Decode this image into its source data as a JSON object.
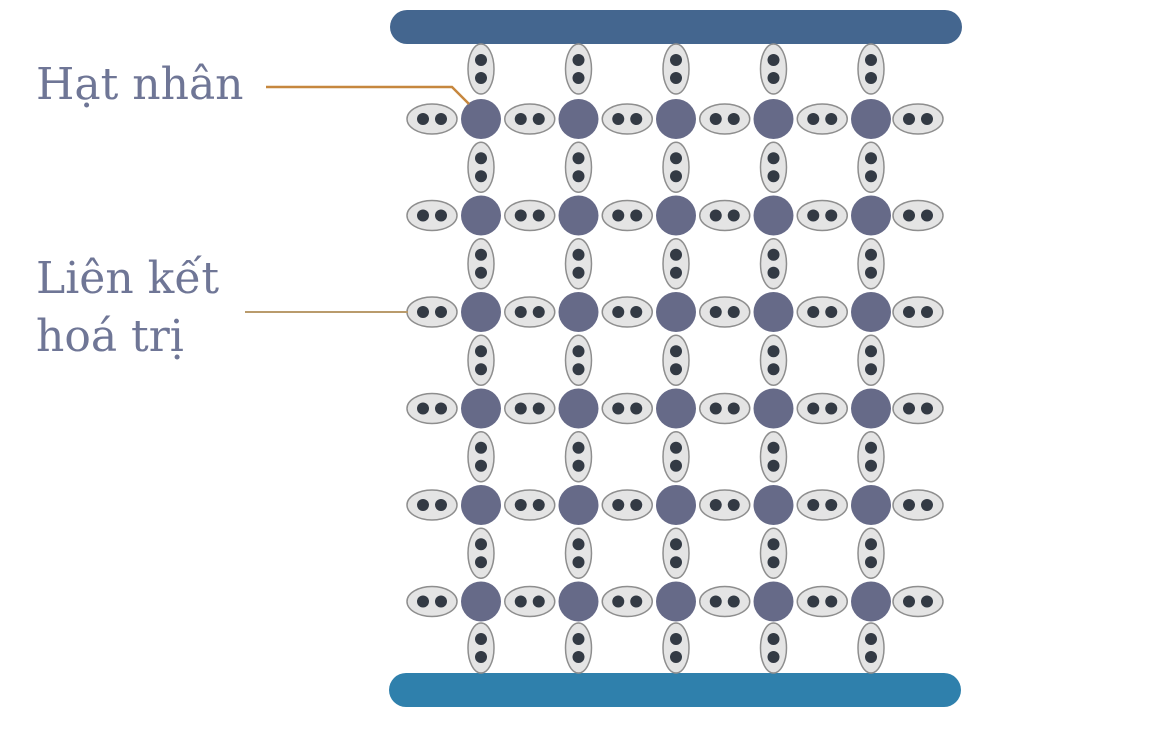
{
  "labels": {
    "nucleus": "Hạt nhân",
    "bond_line1": "Liên kết",
    "bond_line2": "hoá trị"
  },
  "lattice": {
    "rows": 6,
    "columns": 5,
    "electrons_per_bond": 2
  },
  "colors": {
    "top_bar": "#44668f",
    "bottom_bar": "#2f80ac",
    "nucleus": "#666a88",
    "bond_fill": "#e4e4e4",
    "bond_stroke": "#8e8e8e",
    "electron": "#333a44",
    "label_text": "#6f7696",
    "nucleus_leader": "#c6873e",
    "bond_leader": "#b99b6c"
  }
}
